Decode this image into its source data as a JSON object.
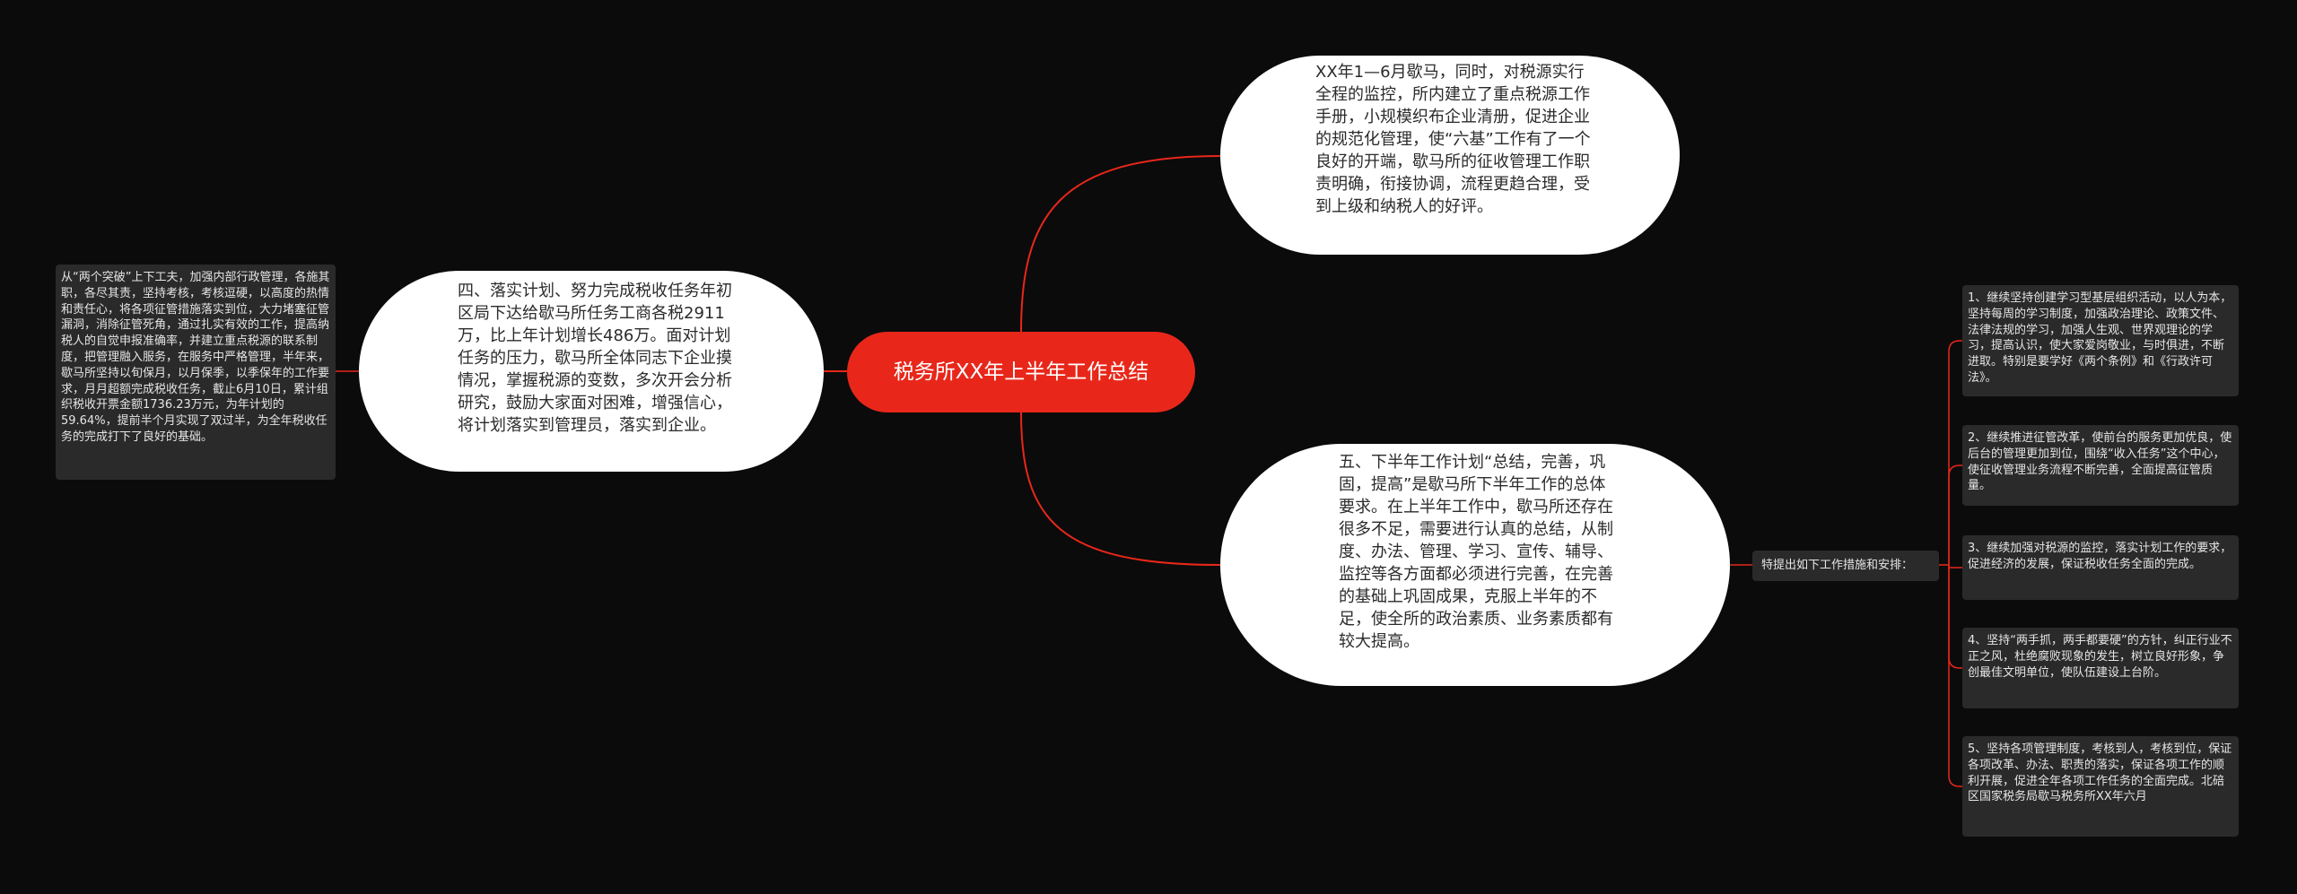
{
  "colors": {
    "background": "#0b0b0b",
    "root_fill": "#e8271a",
    "link": "#e8271a",
    "bubble_fill": "#ffffff",
    "box_fill": "#2a2a2a"
  },
  "root": {
    "label": "税务所XX年上半年工作总结"
  },
  "branches": {
    "top_right": "XX年1—6月歇马，同时，对税源实行全程的监控，所内建立了重点税源工作手册，小规模织布企业清册，促进企业的规范化管理，使“六基”工作有了一个良好的开端，歇马所的征收管理工作职责明确，衔接协调，流程更趋合理，受到上级和纳税人的好评。",
    "left": "四、落实计划、努力完成税收任务年初区局下达给歇马所任务工商各税2911万，比上年计划增长486万。面对计划任务的压力，歇马所全体同志下企业摸情况，掌握税源的变数，多次开会分析研究，鼓励大家面对困难，增强信心，将计划落实到管理员，落实到企业。",
    "left_detail": "从“两个突破”上下工夫，加强内部行政管理，各施其职，各尽其责，坚持考核，考核逗硬，以高度的热情和责任心，将各项征管措施落实到位，大力堵塞征管漏洞，消除征管死角，通过扎实有效的工作，提高纳税人的自觉申报准确率，并建立重点税源的联系制度，把管理融入服务，在服务中严格管理，半年来，歇马所坚持以旬保月，以月保季，以季保年的工作要求，月月超额完成税收任务，截止6月10日，累计组织税收开票金额1736.23万元，为年计划的59.64%，提前半个月实现了双过半，为全年税收任务的完成打下了良好的基础。",
    "bottom_right": "五、下半年工作计划“总结，完善，巩固，提高”是歇马所下半年工作的总体要求。在上半年工作中，歇马所还存在很多不足，需要进行认真的总结，从制度、办法、管理、学习、宣传、辅导、监控等各方面都必须进行完善，在完善的基础上巩固成果，克服上半年的不足，使全所的政治素质、业务素质都有较大提高。",
    "measures_label": "特提出如下工作措施和安排：",
    "measures": [
      "1、继续坚持创建学习型基层组织活动，以人为本，坚持每周的学习制度，加强政治理论、政策文件、法律法规的学习，加强人生观、世界观理论的学习，提高认识，使大家爱岗敬业，与时俱进，不断进取。特别是要学好《两个条例》和《行政许可法》。",
      "2、继续推进征管改革，使前台的服务更加优良，使后台的管理更加到位，围绕“收入任务”这个中心，使征收管理业务流程不断完善，全面提高征管质量。",
      "3、继续加强对税源的监控，落实计划工作的要求，促进经济的发展，保证税收任务全面的完成。",
      "4、坚持“两手抓，两手都要硬”的方针，纠正行业不正之风，杜绝腐败现象的发生，树立良好形象，争创最佳文明单位，使队伍建设上台阶。",
      "5、坚持各项管理制度，考核到人，考核到位，保证各项改革、办法、职责的落实，保证各项工作的顺利开展，促进全年各项工作任务的全面完成。北碚区国家税务局歇马税务所XX年六月"
    ]
  }
}
